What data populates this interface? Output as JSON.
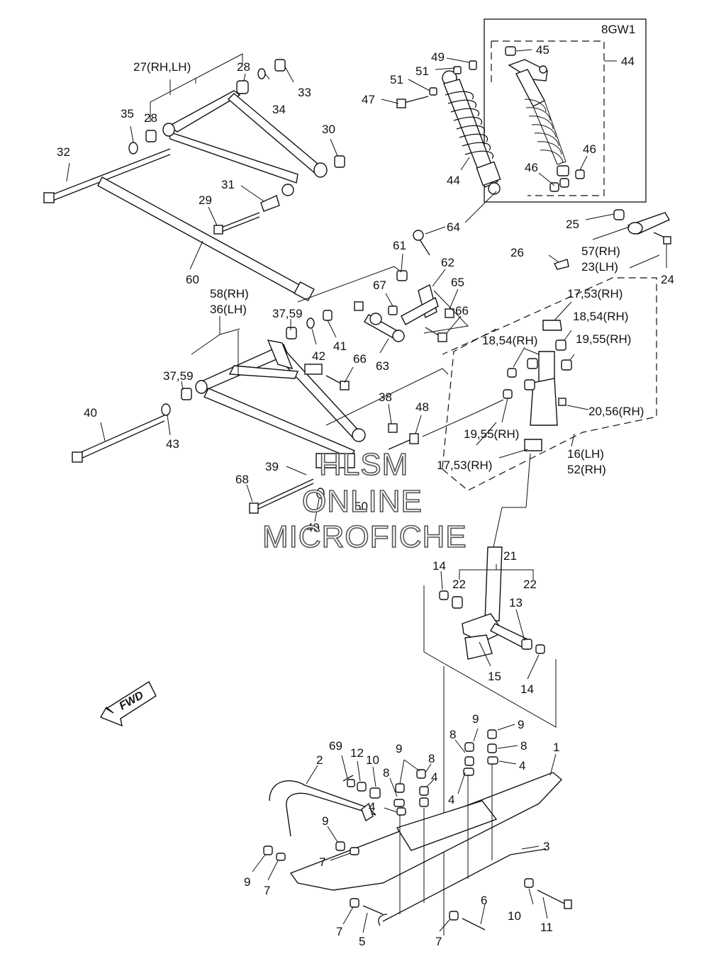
{
  "model_code": "8GW1",
  "fwd_label": "FWD",
  "watermark": [
    "HLSM",
    "ONLINE",
    "MICROFICHE"
  ],
  "callouts": [
    {
      "id": "c27",
      "text": "27(RH,LH)"
    },
    {
      "id": "c28a",
      "text": "28"
    },
    {
      "id": "c28b",
      "text": "28"
    },
    {
      "id": "c33",
      "text": "33"
    },
    {
      "id": "c34",
      "text": "34"
    },
    {
      "id": "c35",
      "text": "35"
    },
    {
      "id": "c30",
      "text": "30"
    },
    {
      "id": "c32",
      "text": "32"
    },
    {
      "id": "c31",
      "text": "31"
    },
    {
      "id": "c29",
      "text": "29"
    },
    {
      "id": "c60",
      "text": "60"
    },
    {
      "id": "c49a",
      "text": "49"
    },
    {
      "id": "c51a",
      "text": "51"
    },
    {
      "id": "c51b",
      "text": "51"
    },
    {
      "id": "c47",
      "text": "47"
    },
    {
      "id": "c44a",
      "text": "44"
    },
    {
      "id": "c45",
      "text": "45"
    },
    {
      "id": "c44b",
      "text": "44"
    },
    {
      "id": "c46a",
      "text": "46"
    },
    {
      "id": "c46b",
      "text": "46"
    },
    {
      "id": "c64",
      "text": "64"
    },
    {
      "id": "c61",
      "text": "61"
    },
    {
      "id": "c62",
      "text": "62"
    },
    {
      "id": "c65",
      "text": "65"
    },
    {
      "id": "c67",
      "text": "67"
    },
    {
      "id": "c66a",
      "text": "66"
    },
    {
      "id": "c66b",
      "text": "66"
    },
    {
      "id": "c63",
      "text": "63"
    },
    {
      "id": "c58",
      "text": "58(RH)"
    },
    {
      "id": "c36",
      "text": "36(LH)"
    },
    {
      "id": "c3759a",
      "text": "37,59"
    },
    {
      "id": "c3759b",
      "text": "37,59"
    },
    {
      "id": "c42",
      "text": "42"
    },
    {
      "id": "c41",
      "text": "41"
    },
    {
      "id": "c40",
      "text": "40"
    },
    {
      "id": "c43",
      "text": "43"
    },
    {
      "id": "c38",
      "text": "38"
    },
    {
      "id": "c48",
      "text": "48"
    },
    {
      "id": "c39",
      "text": "39"
    },
    {
      "id": "c68",
      "text": "68"
    },
    {
      "id": "c50",
      "text": "50"
    },
    {
      "id": "c49b",
      "text": "49"
    },
    {
      "id": "c25",
      "text": "25"
    },
    {
      "id": "c57",
      "text": "57(RH)"
    },
    {
      "id": "c23",
      "text": "23(LH)"
    },
    {
      "id": "c24",
      "text": "24"
    },
    {
      "id": "c26",
      "text": "26"
    },
    {
      "id": "c1753a",
      "text": "17,53(RH)"
    },
    {
      "id": "c1854a",
      "text": "18,54(RH)"
    },
    {
      "id": "c1854b",
      "text": "18,54(RH)"
    },
    {
      "id": "c1955a",
      "text": "19,55(RH)"
    },
    {
      "id": "c1955b",
      "text": "19,55(RH)"
    },
    {
      "id": "c2056",
      "text": "20,56(RH)"
    },
    {
      "id": "c16",
      "text": "16(LH)"
    },
    {
      "id": "c52",
      "text": "52(RH)"
    },
    {
      "id": "c1753b",
      "text": "17,53(RH)"
    },
    {
      "id": "c21",
      "text": "21"
    },
    {
      "id": "c22a",
      "text": "22"
    },
    {
      "id": "c22b",
      "text": "22"
    },
    {
      "id": "c14a",
      "text": "14"
    },
    {
      "id": "c14b",
      "text": "14"
    },
    {
      "id": "c13",
      "text": "13"
    },
    {
      "id": "c15",
      "text": "15"
    },
    {
      "id": "c9a",
      "text": "9"
    },
    {
      "id": "c9b",
      "text": "9"
    },
    {
      "id": "c9c",
      "text": "9"
    },
    {
      "id": "c9d",
      "text": "9"
    },
    {
      "id": "c9e",
      "text": "9"
    },
    {
      "id": "c8a",
      "text": "8"
    },
    {
      "id": "c8b",
      "text": "8"
    },
    {
      "id": "c8c",
      "text": "8"
    },
    {
      "id": "c8d",
      "text": "8"
    },
    {
      "id": "c4a",
      "text": "4"
    },
    {
      "id": "c4b",
      "text": "4"
    },
    {
      "id": "c4c",
      "text": "4"
    },
    {
      "id": "c4d",
      "text": "4"
    },
    {
      "id": "c1",
      "text": "1"
    },
    {
      "id": "c69",
      "text": "69"
    },
    {
      "id": "c12",
      "text": "12"
    },
    {
      "id": "c10a",
      "text": "10"
    },
    {
      "id": "c10b",
      "text": "10"
    },
    {
      "id": "c2",
      "text": "2"
    },
    {
      "id": "c3",
      "text": "3"
    },
    {
      "id": "c7a",
      "text": "7"
    },
    {
      "id": "c7b",
      "text": "7"
    },
    {
      "id": "c7c",
      "text": "7"
    },
    {
      "id": "c7d",
      "text": "7"
    },
    {
      "id": "c5",
      "text": "5"
    },
    {
      "id": "c6",
      "text": "6"
    },
    {
      "id": "c11",
      "text": "11"
    }
  ]
}
